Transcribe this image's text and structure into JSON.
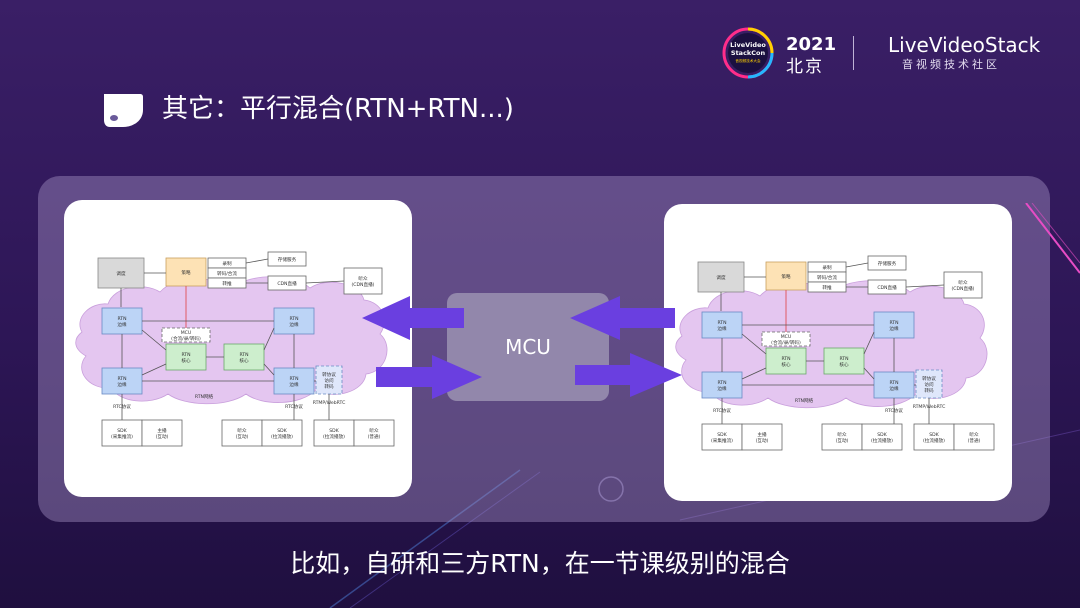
{
  "slide": {
    "title": "其它：平行混合(RTN+RTN...)",
    "caption": "比如，自研和三方RTN，在一节课级别的混合"
  },
  "brand": {
    "year": "2021",
    "city": "北京",
    "name": "LiveVideoStack",
    "subtitle": "音视频技术社区",
    "badge_lines": [
      "LiveVideo",
      "StackCon",
      "音视频技术大会"
    ]
  },
  "center": {
    "label": "MCU"
  },
  "colors": {
    "arrow": "#6a3fe0",
    "cloud": "#e4c6f0",
    "rtn_box": "#bcd4f6",
    "core_box": "#cdeecd",
    "schedule_box": "#fde2b5"
  },
  "diagram": {
    "schedule": "调度",
    "policy": "策略",
    "record": "录制",
    "transcode": "转码/合流",
    "forward": "转推",
    "storage": "存储服务",
    "cdn": "CDN直播",
    "audience_cdn": [
      "听众",
      "(CDN直播)"
    ],
    "rtn_edge": [
      "RTN",
      "边缘"
    ],
    "rtn_core": [
      "RTN",
      "核心"
    ],
    "mcu": [
      "MCU",
      "(合流/录/转码)"
    ],
    "converter": [
      "转协议",
      "访问",
      "转码"
    ],
    "rtn_network": "RTN网络",
    "rtc_protocol": "RTC协议",
    "rtmp_protocol": "RTMP/WebRTC",
    "sdk_push": [
      "SDK",
      "(采集推流)"
    ],
    "host": [
      "主播",
      "(互动)"
    ],
    "listener_interact": [
      "听众",
      "(互动)"
    ],
    "sdk_pull": [
      "SDK",
      "(拉流播放)"
    ],
    "listener_plain": [
      "听众",
      "(普通)"
    ]
  }
}
